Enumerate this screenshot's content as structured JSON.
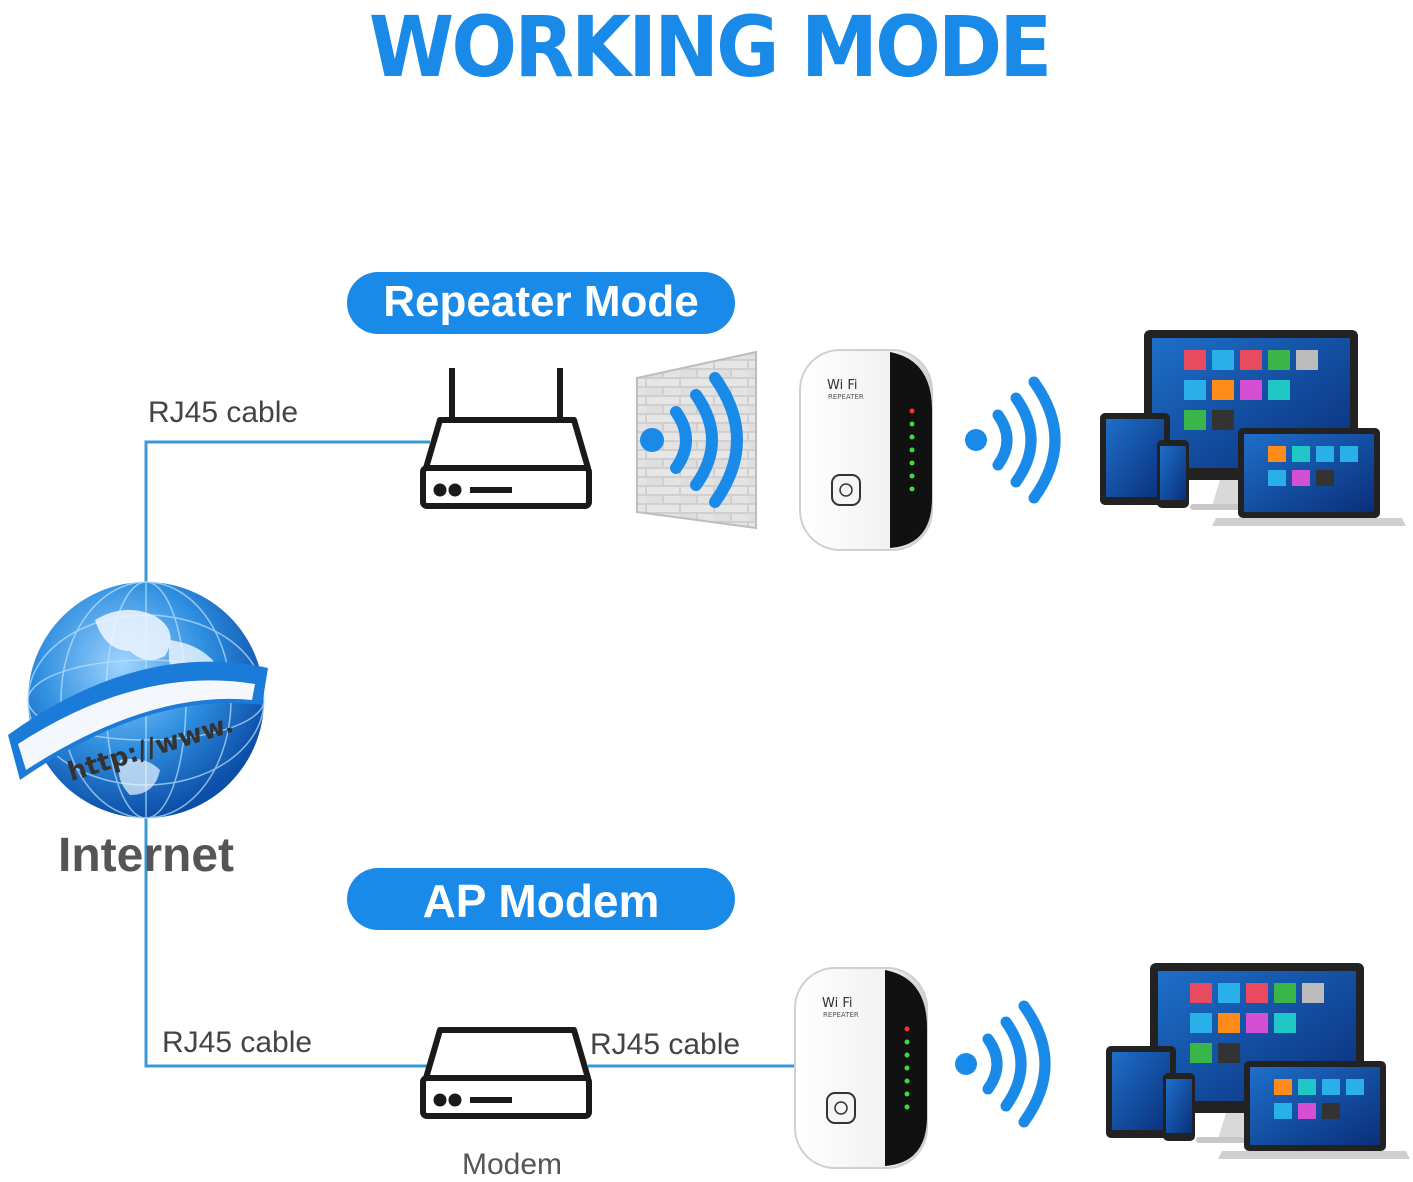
{
  "title": "WORKING MODE",
  "modes": {
    "repeater": {
      "label": "Repeater Mode"
    },
    "ap": {
      "label": "AP Modem"
    }
  },
  "labels": {
    "rj45_top": "RJ45 cable",
    "rj45_bottom_left": "RJ45 cable",
    "rj45_bottom_right": "RJ45 cable",
    "internet": "Internet",
    "modem": "Modem",
    "globe_text": "http://www.",
    "repeater_brand": "Wi Fi",
    "repeater_sub": "REPEATER"
  },
  "icons": [
    "globe-icon",
    "router-icon",
    "modem-icon",
    "brick-wall-icon",
    "wifi-signal-icon",
    "wifi-repeater-device",
    "devices-icon"
  ],
  "colors": {
    "accent": "#1a8ae8",
    "line": "#3a9ad9",
    "text_gray": "#444444"
  }
}
